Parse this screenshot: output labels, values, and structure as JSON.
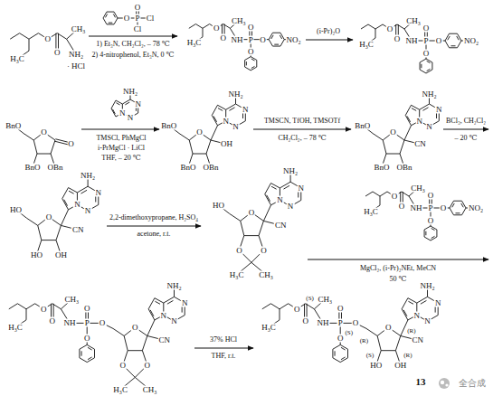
{
  "diagram": {
    "labels": [
      "O",
      "CH₃",
      "H₃C",
      "O",
      "NH₂",
      "· HCl",
      "O",
      "O",
      "P",
      "Cl",
      "Cl",
      "1) Et₃N, CH₂Cl₂, – 78 ℃",
      "2) 4-nitrophenol, Et₃N, 0 ℃",
      "O",
      "CH₃",
      "H₃C",
      "O",
      "NH",
      "P",
      "O",
      "O",
      "O",
      "NO₂",
      "(i-Pr)₂O",
      "O",
      "CH₃",
      "H₃C",
      "O",
      "NH",
      "P",
      "O",
      "O",
      "O",
      "NO₂",
      "BnO",
      "O",
      "O",
      "BnO",
      "OBn",
      "NH₂",
      "N",
      "N",
      "N",
      "TMSCl, PhMgCl",
      "i-PrMgCl · LiCl",
      "THF, – 20 ℃",
      "NH₂",
      "N",
      "N",
      "N",
      "BnO",
      "O",
      "OH",
      "BnO",
      "OBn",
      "TMSCN, TfOH, TMSOTf",
      "CH₂Cl₂, – 78 ℃",
      "NH₂",
      "N",
      "N",
      "N",
      "BnO",
      "O",
      "CN",
      "BnO",
      "OBn",
      "BCl₃, CH₂Cl₂",
      "– 20 ℃",
      "NH₂",
      "N",
      "N",
      "N",
      "HO",
      "O",
      "CN",
      "HO",
      "OH",
      "2,2-dimethoxypropane, H₂SO₄",
      "acetone, r.t.",
      "NH₂",
      "N",
      "N",
      "N",
      "HO",
      "O",
      "CN",
      "O",
      "O",
      "H₃C",
      "CH₃",
      "O",
      "CH₃",
      "H₃C",
      "O",
      "NH",
      "P",
      "O",
      "O",
      "O",
      "NO₂",
      "MgCl₂, (i-Pr)₂NEt, MeCN",
      "50 ℃",
      "O",
      "CH₃",
      "H₃C",
      "O",
      "NH",
      "P",
      "O",
      "O",
      "O",
      "NH₂",
      "N",
      "N",
      "N",
      "O",
      "CN",
      "O",
      "O",
      "H₃C",
      "CH₃",
      "37% HCl",
      "THF, r.t.",
      "O",
      "CH₃",
      "H₃C",
      "O",
      "NH",
      "P",
      "O",
      "O",
      "O",
      "(S)",
      "(S)",
      "NH₂",
      "N",
      "N",
      "N",
      "O",
      "CN",
      "HO",
      "OH",
      "(R)",
      "(R)",
      "(S)",
      "(R)",
      "13",
      "全合成"
    ]
  }
}
